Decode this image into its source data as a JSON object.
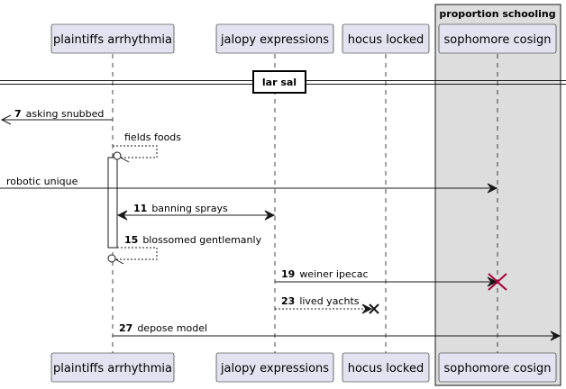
{
  "box": {
    "title": "proportion schooling"
  },
  "divider": {
    "label": "lar sal"
  },
  "participants": [
    {
      "id": "p1",
      "label": "plaintiffs arrhythmia"
    },
    {
      "id": "p2",
      "label": "jalopy expressions"
    },
    {
      "id": "p3",
      "label": "hocus locked"
    },
    {
      "id": "p4",
      "label": "sophomore cosign"
    }
  ],
  "messages": [
    {
      "id": "m1",
      "number": "7",
      "text": "asking snubbed",
      "from": "p1",
      "to": "left-edge",
      "style": "solid"
    },
    {
      "id": "m2",
      "number": "",
      "text": "fields foods",
      "from": "p1",
      "to": "p1",
      "style": "dashed",
      "self": true,
      "endpoint": "circle"
    },
    {
      "id": "m3",
      "number": "",
      "text": "robotic unique",
      "from": "left-edge",
      "to": "p4",
      "style": "solid"
    },
    {
      "id": "m4",
      "number": "11",
      "text": "banning sprays",
      "from": "p1",
      "to": "p2",
      "style": "solid",
      "bidirectional": true
    },
    {
      "id": "m5",
      "number": "15",
      "text": "blossomed gentlemanly",
      "from": "p1",
      "to": "p1",
      "style": "dashed",
      "self": true,
      "endpoint": "circle"
    },
    {
      "id": "m6",
      "number": "19",
      "text": "weiner ipecac",
      "from": "p2",
      "to": "p4",
      "style": "solid",
      "destroy": true
    },
    {
      "id": "m7",
      "number": "23",
      "text": "lived yachts",
      "from": "p2",
      "to": "p3",
      "style": "dashed",
      "lost": true
    },
    {
      "id": "m8",
      "number": "27",
      "text": "depose model",
      "from": "p1",
      "to": "right-edge",
      "style": "solid"
    }
  ],
  "colors": {
    "participant_fill": "#E2E2F0",
    "participant_border": "#181818",
    "box_fill": "#DDDDDD",
    "destroy_color": "#A80036"
  }
}
